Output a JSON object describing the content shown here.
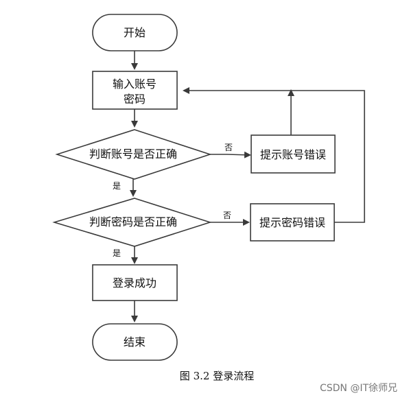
{
  "nodes": {
    "start": "开始",
    "input_line1": "输入账号",
    "input_line2": "密码",
    "check_account": "判断账号是否正确",
    "account_error": "提示账号错误",
    "check_password": "判断密码是否正确",
    "password_error": "提示密码错误",
    "login_success": "登录成功",
    "end": "结束"
  },
  "edges": {
    "yes_1": "是",
    "no_1": "否",
    "yes_2": "是",
    "no_2": "否"
  },
  "caption": "图 3.2  登录流程",
  "watermark": "CSDN @IT徐师兄",
  "colors": {
    "stroke": "#3a3a3a",
    "text": "#111111",
    "background": "#ffffff"
  }
}
